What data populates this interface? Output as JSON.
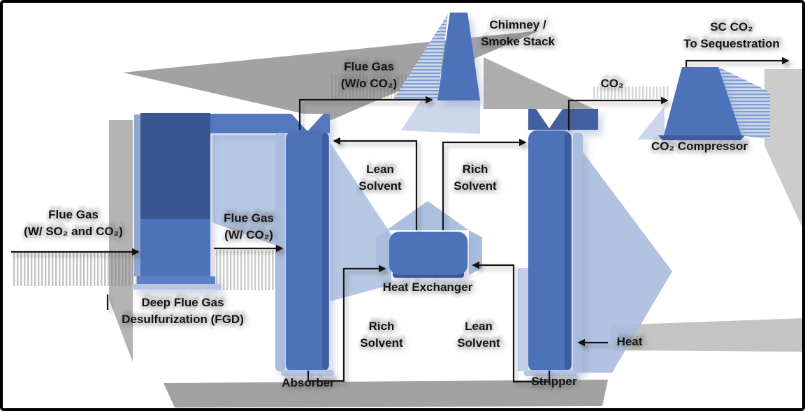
{
  "diagram_type": "process-flow-diagram",
  "colors": {
    "background": "#FFFFFF",
    "border": "#000000",
    "text": "#141414",
    "component_blue": "#4C72BA",
    "component_dark_blue": "#3A5693",
    "component_edge_blue": "#3E5C9E",
    "duct_blue": "#5478BD",
    "shadow_blue": "#A9BDDE",
    "shadow_pale_blue": "#CDD7EC",
    "lip_blue": "#B6C5E4",
    "hatch_blue": "#7F9ED2",
    "shadow_gray": "#3C3C3C"
  },
  "components": {
    "fgd": {
      "label": "Deep Flue Gas\nDesulfurization (FGD)"
    },
    "absorber": {
      "label": "Absorber"
    },
    "heat_exchanger": {
      "label": "Heat Exchanger"
    },
    "stripper": {
      "label": "Stripper"
    },
    "chimney": {
      "label": "Chimney /\nSmoke Stack"
    },
    "co2_compressor": {
      "label": "CO₂ Compressor"
    }
  },
  "streams": {
    "flue_gas_in": {
      "label": "Flue Gas\n(W/ SO₂ and CO₂)"
    },
    "flue_gas_w_co2": {
      "label": "Flue Gas\n(W/ CO₂)"
    },
    "flue_gas_wo_co2": {
      "label": "Flue Gas\n(W/o CO₂)"
    },
    "lean_solvent_to_absorber": {
      "label": "Lean\nSolvent"
    },
    "rich_solvent_to_stripper": {
      "label": "Rich\nSolvent"
    },
    "rich_solvent_from_absorber": {
      "label": "Rich\nSolvent"
    },
    "lean_solvent_from_stripper": {
      "label": "Lean\nSolvent"
    },
    "heat_in": {
      "label": "Heat"
    },
    "co2": {
      "label": "CO₂"
    },
    "sc_co2_out": {
      "label": "SC CO₂\nTo Sequestration"
    }
  }
}
